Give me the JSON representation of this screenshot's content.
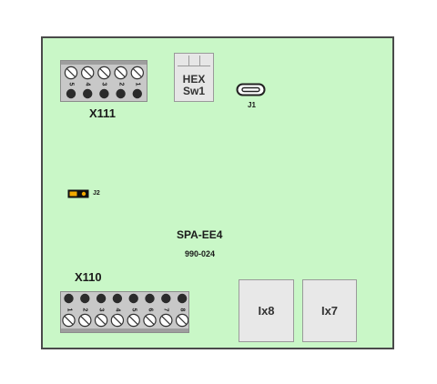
{
  "board": {
    "name": "SPA-EE4",
    "part_number": "990-024"
  },
  "hex_switch": {
    "line1": "HEX",
    "line2": "Sw1"
  },
  "jumpers": {
    "j1": "J1",
    "j2": "J2"
  },
  "x111": {
    "label": "X111",
    "pins": [
      "5",
      "4",
      "3",
      "2",
      "1"
    ]
  },
  "x110": {
    "label": "X110",
    "pins": [
      "1",
      "2",
      "3",
      "4",
      "5",
      "6",
      "7",
      "8"
    ]
  },
  "jacks": {
    "ix8": "Ix8",
    "ix7": "Ix7"
  },
  "colors": {
    "board": "#c9f7c7",
    "jumper_fill": "#f2a900"
  }
}
